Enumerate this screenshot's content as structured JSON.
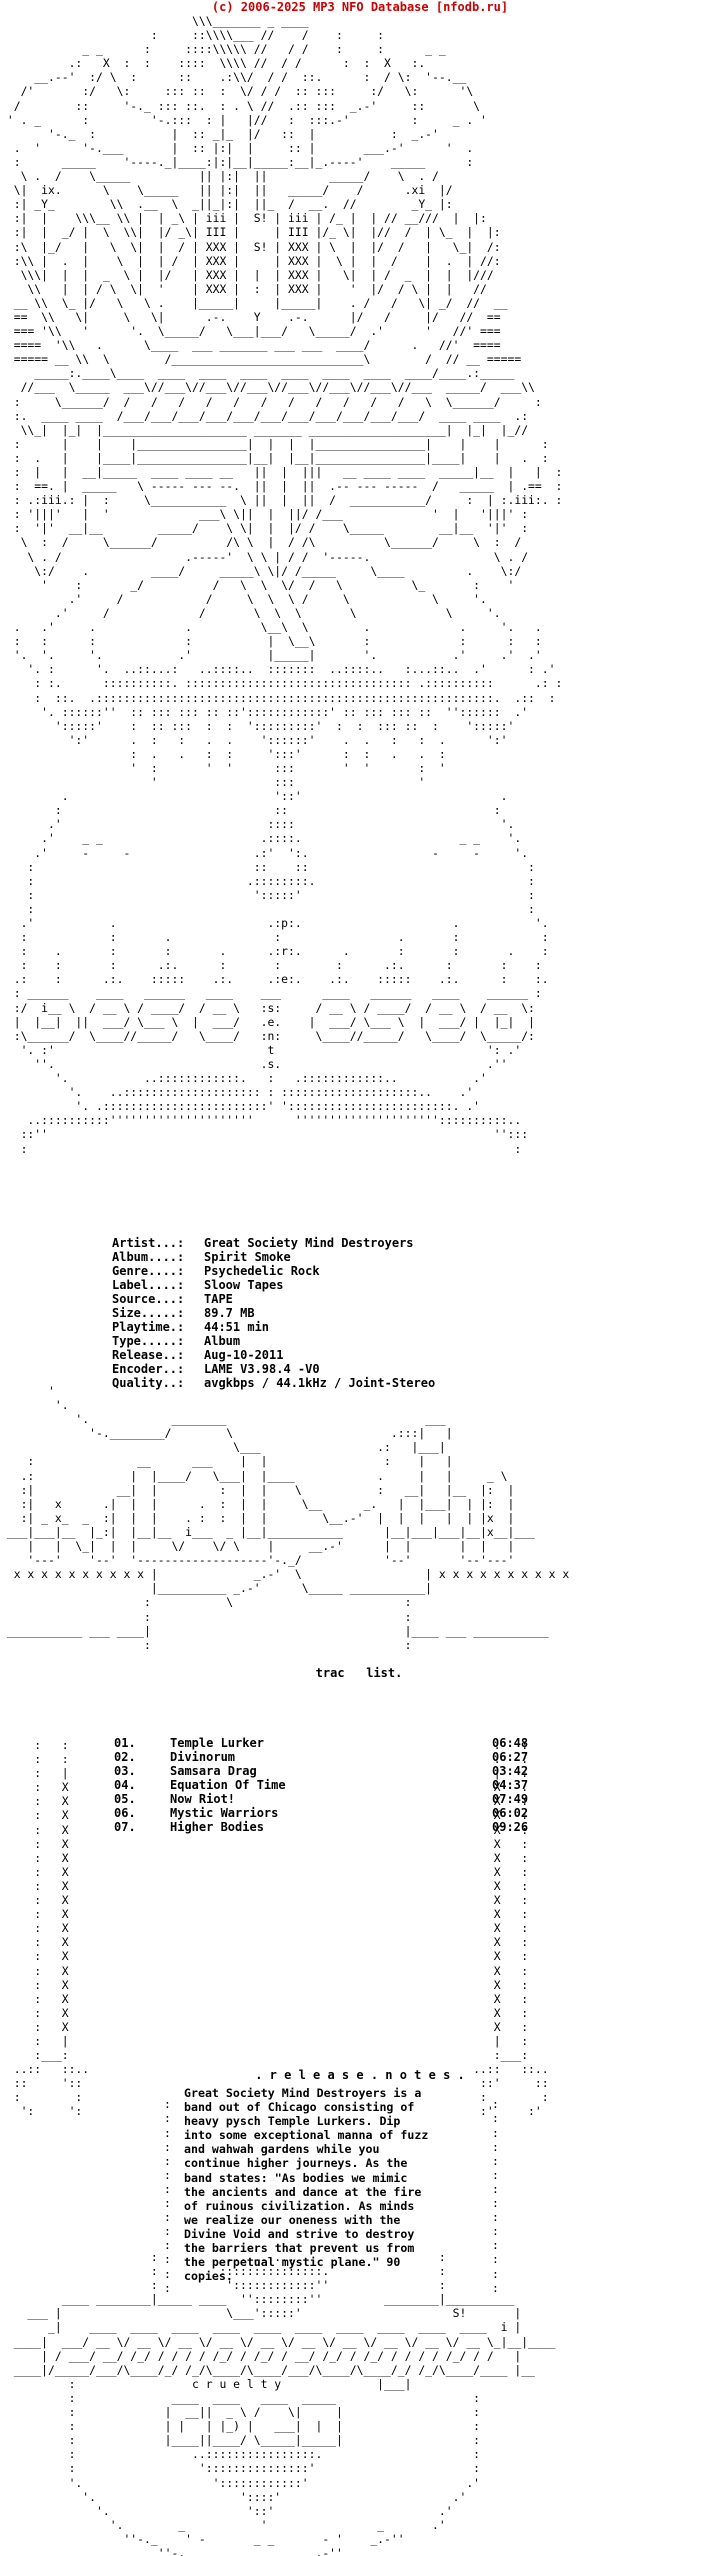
{
  "header": {
    "copyright": "(c) 2006-2025 MP3 NFO Database [nfodb.ru]"
  },
  "release": {
    "fields": [
      {
        "key": "Artist...:",
        "value": "Great Society Mind Destroyers"
      },
      {
        "key": "Album....:",
        "value": "Spirit Smoke"
      },
      {
        "key": "Genre....:",
        "value": "Psychedelic Rock"
      },
      {
        "key": "Label....:",
        "value": "Sloow Tapes"
      },
      {
        "key": "Source...:",
        "value": "TAPE"
      },
      {
        "key": "Size.....:",
        "value": "89.7 MB"
      },
      {
        "key": "Playtime.:",
        "value": "44:51 min"
      },
      {
        "key": "Type.....:",
        "value": "Album"
      },
      {
        "key": "Release..:",
        "value": "Aug-10-2011"
      },
      {
        "key": "Encoder..:",
        "value": "LAME V3.98.4 -V0"
      },
      {
        "key": "Quality..:",
        "value": "avgkbps / 44.1kHz / Joint-Stereo"
      }
    ]
  },
  "tracklist": {
    "title": "trac   list.",
    "tracks": [
      {
        "num": "01.",
        "title": "Temple Lurker",
        "time": "06:48"
      },
      {
        "num": "02.",
        "title": "Divinorum",
        "time": "06:27"
      },
      {
        "num": "03.",
        "title": "Samsara Drag",
        "time": "03:42"
      },
      {
        "num": "04.",
        "title": "Equation Of Time",
        "time": "04:37"
      },
      {
        "num": "05.",
        "title": "Now Riot!",
        "time": "07:49"
      },
      {
        "num": "06.",
        "title": "Mystic Warriors",
        "time": "06:02"
      },
      {
        "num": "07.",
        "title": "Higher Bodies",
        "time": "09:26"
      }
    ]
  },
  "notes": {
    "title": ". r e l e a s e . n o t e s .",
    "body": "Great Society Mind Destroyers is a\nband out of Chicago consisting of\nheavy pysch Temple Lurkers. Dip\ninto some exceptional manna of fuzz\nand wahwah gardens while you\ncontinue higher journeys. As the\nband states: \"As bodies we mimic\nthe ancients and dance at the fire\nof ruinous civilization. As minds\nwe realize our oneness with the\nDivine Void and strive to destroy\nthe barriers that prevent us from\nthe perpetual mystic plane.\" 90\ncopies."
  },
  "art": {
    "top": "                            \\\\\\_______ _ ____\n                      :     ::\\\\\\\\___ //    /    :     :\n            _ _      :     ::::\\\\\\\\\\ //   / /    :     :      _ _\n          .:   X  :  :    ::::  \\\\\\\\ //  / /      :  :  X   :.\n     __.--'  :/ \\  :      ::    .:\\\\/  / /  ::.      :  / \\:  '--.__\n   /'       :/   \\:     ::: ::  :  \\/ / /  :: :::     :/   \\:      '\\\n  /        ::     '-._ ::: ::.  : . \\ //  .:: :::  _.-'     ::       \\\n ' . _      :         '-.:::  : |   |//   :  :::.-'         :     _ . '\n       '-._  :           |  :: _|_  |/   ::  |           :  _.-'\n  .  '      '-.___       |  :: |:|  |     :: |       ___.-'      '  .\n  :      _____    '----._|____:|:|__|_____:__|_.----'    _____      :\n   \\ .  /    \\_____          || |:|  ||         _____/    \\  . /\n  \\|  ix.      \\    \\_____   || |:|  ||   _____/    /      .xi  |/\n  :| _Y_        \\\\  .__  \\  _||_|:|  ||_  /  __.  //        _Y_ |:\n  :|  |    \\\\\\__ \\\\ |  | _\\ | iii |  S! | iii | /_ |  | // __///  |  |:\n  :|  |  _/ |  \\  \\\\|  |/ _\\| III |     | III |/_ \\|  |//  /  | \\_  |  |:\n  :\\  |_/   |   \\  \\|  |  / | XXX |  S! | XXX | \\  |  |/  /   |   \\_|  /:\n  :\\\\ |  .  |    \\  |  | /  | XXX |     | XXX |  \\ |  |  /    |  .  | //:\n   \\\\\\|  |  |  _  \\ |  |/   | XXX |  |  | XXX |   \\|  | /  _  |  |  |///\n    \\\\   |  | / \\  \\|  '    | XXX |  :  | XXX |    '  |/  / \\ |  |   //\n  __ \\\\  \\_ |/   \\   \\ .    |_____|     |_____|    . /   /   \\| _/  //  __\n  ==  \\\\   \\|     \\   \\|      .-.    Y    .-.      |/   /     |/   //  ==\n  === '\\\\   '      '.  \\_____/   \\___|___/   \\_____/  .'      '   //' ===\n  ====  '\\\\   .      \\____  ___ _______ ___ ___  ____/      .   //'  ====\n  ===== __ \\\\  \\        /____________________________\\        /  // __ =====\n     _____:.____\\____  ____  ____  ____  ____  ____  ____  ____/____.:_____\n   //___  \\_____  ___\\//___\\//___\\//___\\//___\\//___\\//___\\//___  _____/  ___\\\\\n  :     \\______/  /   /   /   /   /   /   /   /   /   /   /   \\  \\______/     :\n  :.  ____ ____  /___/___/___/___/___/___/___/___/___/___/___/  ____ ____  .:\n   \\\\_|  |_|  |_____________________ _______ ____________________|  |_|  |_//\n  :      |    |    |________________|  |  |  |________________|    |    |      :\n  :  .   |    |____|________________|__|  |__|________________|____|    |   .  :\n  :  |   |  __|_____  ____ ____ __   ||  |  |||   __ ____ ____  _____|__  |   |  :\n  :  ==. |  _____   \\ ----- --- --.  ||  |  ||  .-- --- -----  /   _____  | .==  :\n  : .:iii.: |  :     \\___________  \\ ||  |  ||  /  ___________/     :  | :.iii:. :\n  : '|||'   |  '             ___\\ \\||  |  ||/ /___             '  |   '|||' :\n  :  '|'  __|__        _____/    \\ \\|  |  |/ /    \\_____        __|__  '|'  :\n   \\  :  /     \\______/          /\\ \\  |  / /\\          \\______/     \\  :  /\n    \\ . /                  .-----'  \\ \\ | / /  '-----.                  \\ . /\n     \\:/    .         ____/     _____\\ \\|/ /_____     \\____         .    \\:/\n      '    :       _/          /   \\  \\  \\/  /   \\          \\_       :    '\n          .'     /            /     \\  \\  \\ /     \\            \\     '.\n        .'     /             /       \\  \\  \\       \\             \\     '.\n  .   .'     .             .          \\__\\  \\        .             .     '.   .\n  :   :      :             :           |  \\__\\       :             :      :   :\n  '.  '.     '.           .'           |_____|       '.           .'     .'  .'\n    '. :      '.  ..::...:   ..::::..  :::::::  ..::::..   :...::..  .'      : .'\n     : :.      ::::::::::. ::::::::::::::::::::::::::::::::: .::::::::::      .: :\n     :  ::.  .::::::::::::::::::::::::::::::::::::::::::::::::::::::::::.  .::  :\n      '. ::::::''  :: ::: ::: :: ::'::::::::::::' :: ::: ::: ::  ''::::::  .'\n        ':::::'    :  :: :::  :  :  ':::::::::'  :  :  ::: ::  :    ':::::'\n          ':'      .  :   :   .  .    '::::::'    .  .   :   :  .      ':'\n                   :  .   .   :  :     ':::'      :  :   .   .  :\n                   '  :       '  '      :::       '  '       :  '\n                      '                 :::                  '\n         .                              '::'                             .\n        :                               ::                              :\n       .'                              ::::                              '.\n      .'    _ _                       .::::.                       _ _    '.\n     .'     -     -                  .:'  ':.                  -     -     '.\n    :                                ::    ::                                :\n    :                               .::::::::.                               :\n    :                                ':::::'                                 :\n    :                                                                        :\n   .'           .                      .:p:.                      .           '.\n   :            :       .               :                 .       :            :\n   :    .       :       :       .      .:r:.      .       :       :       .    :\n   :    :       :      .:.      :       :        :      .:.      :       :    :\n  .:    :      .:.    :::::    .:.     .:e:.    .:.    :::::    .:.      :    :.\n  : ______    ____   ______   ____    ___      ____   ______   ____    ______ :\n  :/  i__ \\  / __ \\ / ____/  / __ \\   :s:     / __ \\ / ____/  / __ \\  / __  \\:\n  |  |__|  ||  ___/ \\___ \\  |  ___/   .e.    |  ___/ \\___ \\  |  ___/ |  |_|  |\n  :\\______/  \\____//_____/   \\____/   :n:     \\____//_____/   \\____/  \\_____/:\n   '. :'                               t                               ': .'\n     ''.                              .s.                              .''\n        '.           ..::::::::::::.   :   .::::::::::::..           .'\n          '.    ..:::::::::::::::::::: : ::::::::::::::::::::..    .'\n           '. .::::::::::::::::::::::::' '::::::::::::::::::::::::. .'\n    ..::::::::::'''''''''''''''''''''      '''''''''''''''''''''::::::::::..\n   ::''                                                                 '':::\n   :                                                                       :",
    "mid": "       '\n        '.\n           '.            ________                             ___\n             '-.________/        \\                       .:::|   |\n                                  \\___                 .:   |___|\n    :               __      ___    |  |                 :    |   |\n   .:              |  |____/   \\___|  |____            .     |   |     _ \\\n   :|            __|  |         :  |  |    \\           :   __|   |__  |:  |\n   :|   x      .|  |  |      .  :  |  |     \\__      _.   |  |___|  | |:  |\n   :| _ x_  _  :|  |  |    . :  :  |  |        \\__.-'  |  |  |   |  | |x  |\n ___|___|__  |_:|  |__|__  i___  _ |__|___________      |__|___|___|__|x__|___\n    |   |  \\_|  |  |     \\/    \\/ \\    |     __.-'      |  |       |  |   |\n    '---'    '--'  '-------------------'-._/            '--'       '--'---'\n  x x x x x x x x x x |              _.-'  \\                  | x x x x x x x x x x\n                      |__________ _.-'      \\_____ ___________|\n                     :           \\                         :\n                     :                                     :\n ___________ ___ ____|                                     |____ ___ ___________\n                     :                                     :",
    "side": "     :   :                                                              :   :\n     :   :                                                              :   :\n     :   |                                                              |   :\n     :   X                                                              X   :\n     :   X                                                              X   :\n     :   X                                                              X   :\n     :   X                                                              X   :\n     :   X                                                              X   :\n     :   X                                                              X   :\n     :   X                                                              X   :\n     :   X                                                              X   :\n     :   X                                                              X   :\n     :   X                                                              X   :\n     :   X                                                              X   :\n     :   X                                                              X   :\n     :   X                                                              X   :\n     :   X                                                              X   :\n     :   X                                                              X   :\n     :   X                                                              X   :\n     :   X                                                              X   :\n     :   X                                                              X   :\n     :   |                                                              |   :\n     :___:                                                              :___:\n  ..::   ::..                                                        ..::   ::..\n  ::     '::                                                          ::'     ::\n  :        :                                                          :        :\n   ':     ':                                                          :'     :'",
    "notes_frame_left": ":\n:\n:\n:\n:\n:\n:\n:\n:\n:\n:\n:\n:\n:",
    "notes_frame_right": ":\n:\n:\n:\n:\n:\n:\n:\n:\n:\n:\n:\n:\n:",
    "bottom": "                      :          ..........                     :\n                      :         :::::::::::::::.                :\n                      :          '::::::::::::''                :\n         ____ ________|_____ ____  ''::::::::''         ________|__________\n    ___ |                        \\___':::::'                      S!       |\n       _|    ____  ____  ____  ____  ____  ____  ____  ____  ____  ____  i |\n  ____|  ___/ __ \\/ __ \\/ __ \\/ __ \\/ __ \\/ __ \\/ __ \\/ __ \\/ __ \\/ __ \\_|__|____\n      | / ___/ __/ /_/ / / / / /_/ / /_/ / __/ /_/ / /_/ / / / / /_/ / /   |\n  ____|/_____/___/\\____/_/ /_/\\____/\\____/___/\\____/\\____/_/ /_/\\____/____ |__\n          :                 c r u e l t y              |___|\n          :              ____  ____   ____  _____                    :\n          :             |  __||  _ \\ /    \\|     |                   :\n          :             | |   | |_) |   ___|  |  |                   :\n          :             |____||____/ \\_____|_____|                   :\n          :                 ..::::::::::::::::.                      :\n          :                  ':::::::::::::::'                       :\n          '.                   '::::::::::::'                       .'\n            '.                     '::::'                         .'\n              '.                    '::'                        .'\n                '.        _           '                _       .'\n                  ''-._    ' -       _ _       - '    _.-''\n                       ''-.___________________.-''"
  }
}
